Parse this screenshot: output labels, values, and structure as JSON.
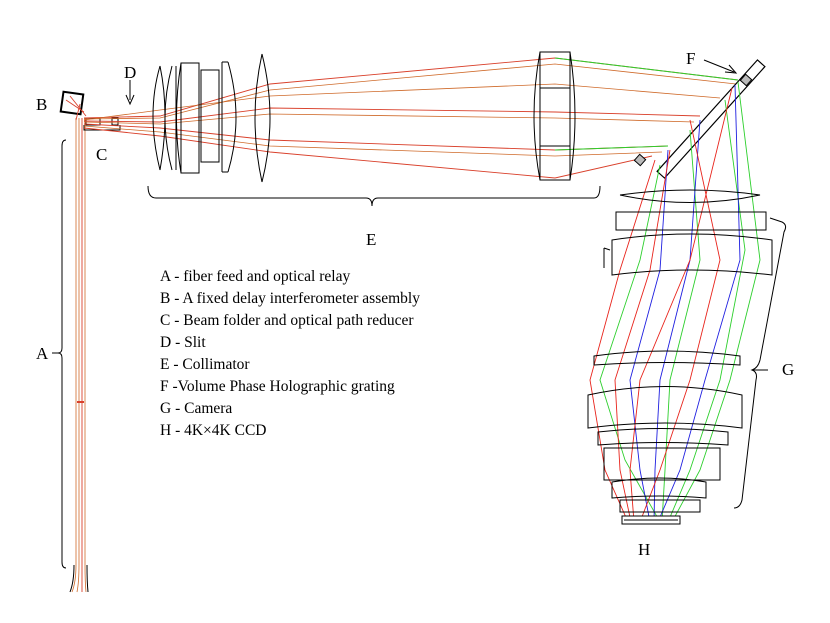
{
  "labels": {
    "A": "A",
    "B": "B",
    "C": "C",
    "D": "D",
    "E": "E",
    "F": "F",
    "G": "G",
    "H": "H"
  },
  "legend": [
    "A - fiber feed and optical relay",
    "B - A fixed delay interferometer assembly",
    "C - Beam folder and optical path reducer",
    "D - Slit",
    "E - Collimator",
    "F -Volume Phase Holographic grating",
    "G - Camera",
    "H - 4K×4K CCD"
  ],
  "colors": {
    "beam": "#d9402b",
    "red_wavelength": "#e8241c",
    "green_wavelength": "#2ccf2c",
    "blue_wavelength": "#1f1fe0"
  }
}
